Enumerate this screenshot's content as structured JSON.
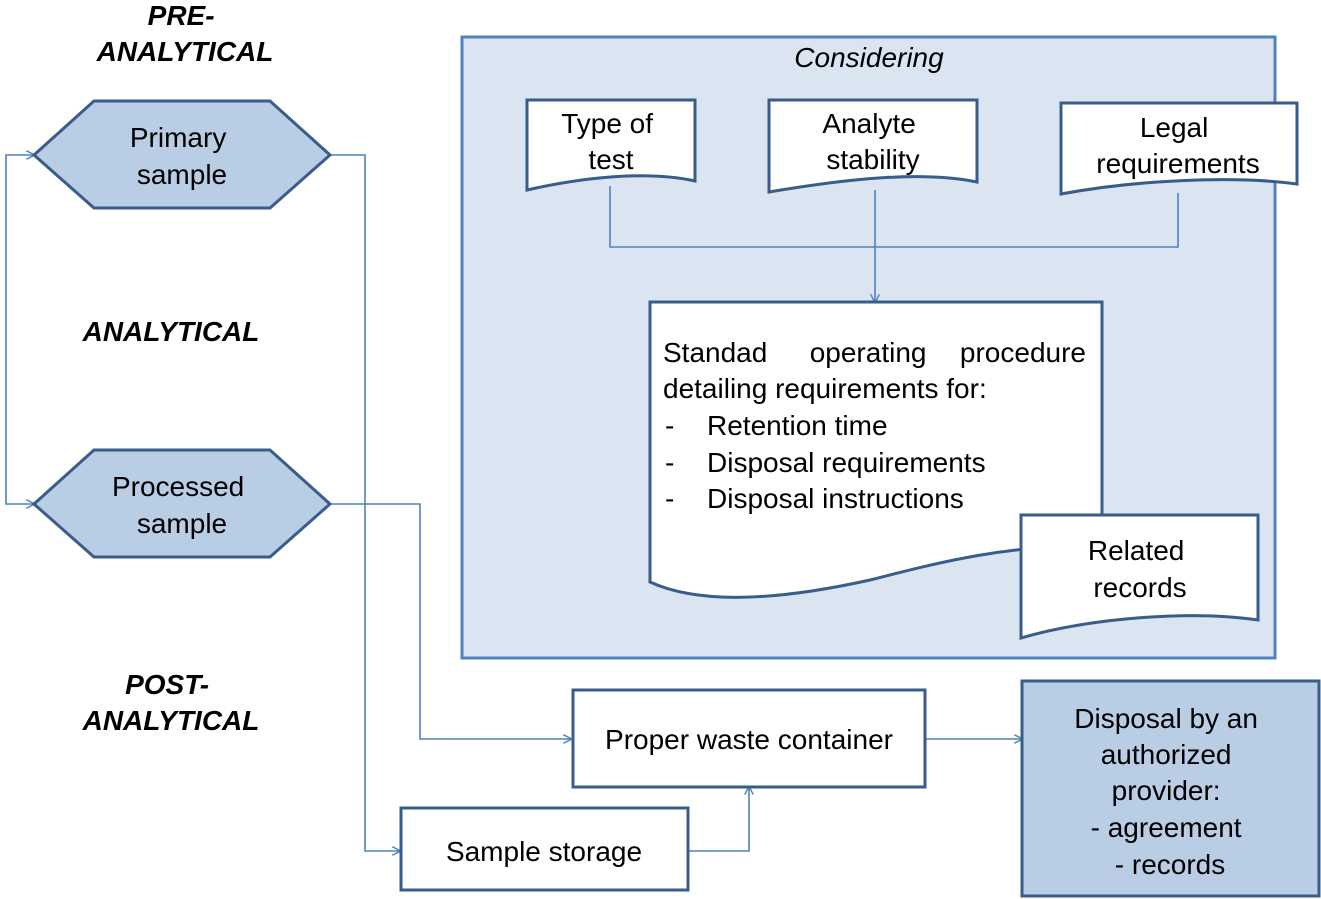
{
  "phases": {
    "pre_analytical": [
      "PRE-",
      "ANALYTICAL"
    ],
    "analytical": "ANALYTICAL",
    "post_analytical": [
      "POST-",
      "ANALYTICAL"
    ]
  },
  "nodes": {
    "primary_sample": [
      "Primary",
      "sample"
    ],
    "processed_sample": [
      "Processed",
      "sample"
    ],
    "proper_waste_container": "Proper waste container",
    "sample_storage": "Sample storage",
    "disposal_provider": [
      "Disposal by an",
      "authorized",
      "provider:",
      "- agreement",
      "- records"
    ]
  },
  "considering": {
    "title": "Considering",
    "type_of_test": [
      "Type of",
      "test"
    ],
    "analyte_stability": [
      "Analyte",
      "stability"
    ],
    "legal_requirements": [
      "Legal",
      "requirements"
    ],
    "sop": {
      "line1_words": [
        "Standad",
        "operating",
        "procedure"
      ],
      "line2": "detailing requirements for:",
      "bullet_dash": "-",
      "items": [
        "Retention time",
        "Disposal requirements",
        "Disposal instructions"
      ]
    },
    "related_records": [
      "Related",
      "records"
    ]
  },
  "colors": {
    "line": "#4f81bd",
    "shape_fill": "#b9cde5",
    "panel_fill": "#dbe5f1",
    "node_border": "#385d8a",
    "panel_border": "#4f81bd"
  }
}
